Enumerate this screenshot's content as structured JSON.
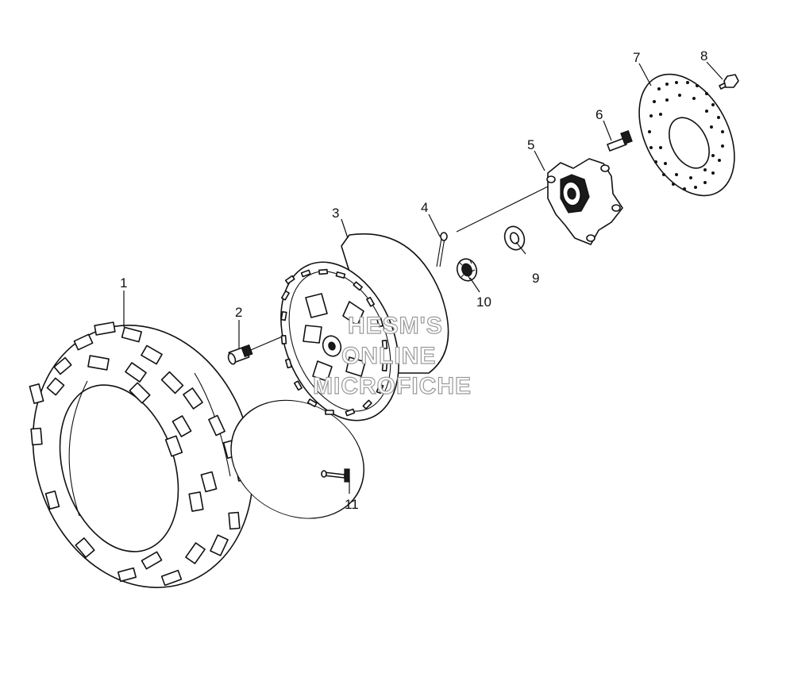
{
  "callouts": {
    "c1": "1",
    "c2": "2",
    "c3": "3",
    "c4": "4",
    "c5": "5",
    "c6": "6",
    "c7": "7",
    "c8": "8",
    "c9": "9",
    "c10": "10",
    "c11": "11"
  },
  "watermark": {
    "line1": "HESM'S",
    "line2": "ONLINE",
    "line3": "MICROFICHE"
  }
}
